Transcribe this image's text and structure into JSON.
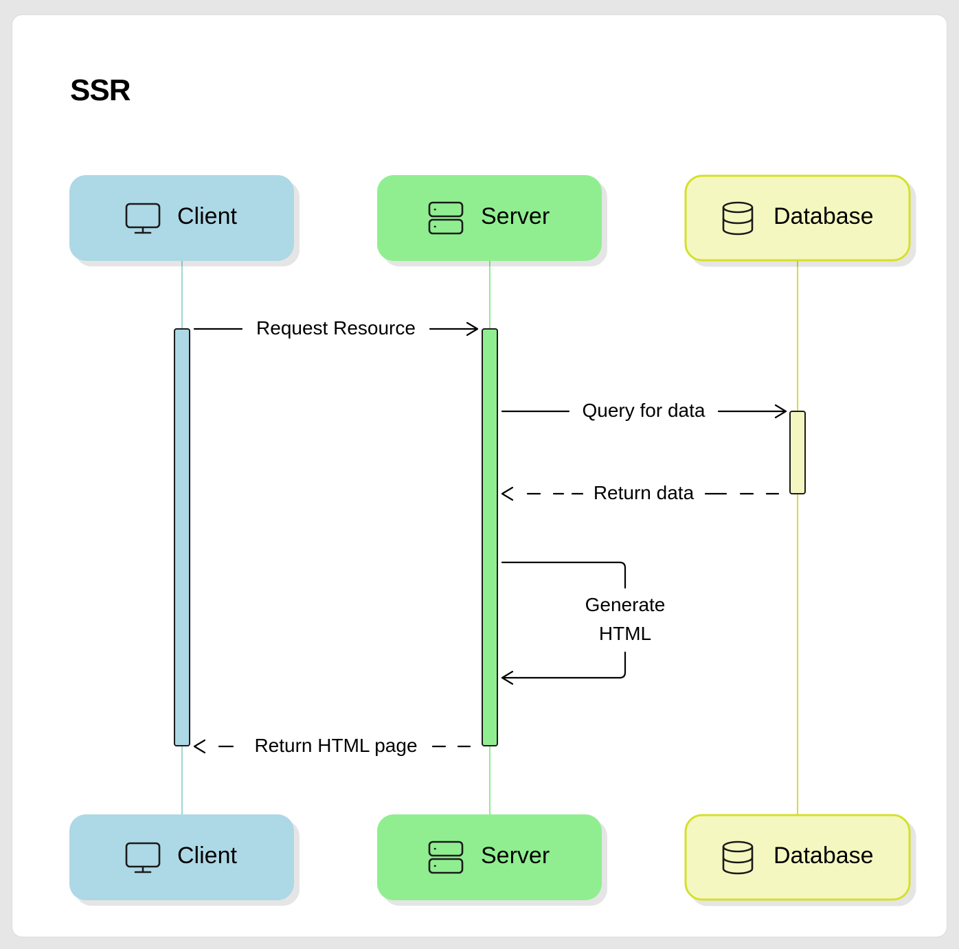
{
  "title": "SSR",
  "participants": [
    {
      "id": "client",
      "label": "Client",
      "icon": "monitor-icon",
      "fill": "#add8e6",
      "stroke": "#add8e6",
      "lifeline": "#9fd6d2"
    },
    {
      "id": "server",
      "label": "Server",
      "icon": "server-icon",
      "fill": "#90ee90",
      "stroke": "#90ee90",
      "lifeline": "#90ee90"
    },
    {
      "id": "database",
      "label": "Database",
      "icon": "database-icon",
      "fill": "#f5f7c0",
      "stroke": "#d4e02c",
      "lifeline": "#d4e02c"
    }
  ],
  "messages": [
    {
      "id": "request-resource",
      "label": "Request Resource",
      "from": "client",
      "to": "server",
      "style": "solid"
    },
    {
      "id": "query-for-data",
      "label": "Query for data",
      "from": "server",
      "to": "database",
      "style": "solid"
    },
    {
      "id": "return-data",
      "label": "Return data",
      "from": "database",
      "to": "server",
      "style": "dashed"
    },
    {
      "id": "generate-html",
      "label_line1": "Generate",
      "label_line2": "HTML",
      "from": "server",
      "to": "server",
      "style": "solid"
    },
    {
      "id": "return-html-page",
      "label": "Return HTML page",
      "from": "server",
      "to": "client",
      "style": "dashed"
    }
  ]
}
